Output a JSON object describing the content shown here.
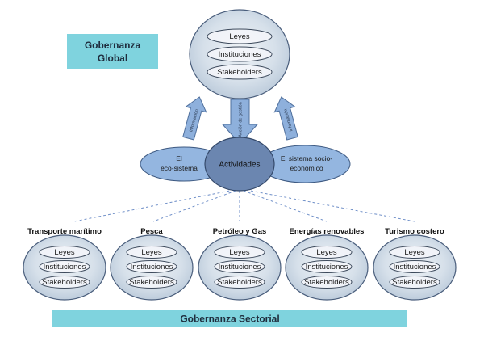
{
  "global_box": {
    "line1": "Gobernanza",
    "line2": "Global"
  },
  "global_ellipse": {
    "items": [
      "Leyes",
      "Instituciones",
      "Stakeholders"
    ]
  },
  "arrows": {
    "left": "Información",
    "middle": "Acción de gestión",
    "right": "Información"
  },
  "center": {
    "eco_line1": "El",
    "eco_line2": "eco-sistema",
    "activities": "Actividades",
    "socio_line1": "El sistema socio-",
    "socio_line2": "económico"
  },
  "sectors": [
    {
      "title": "Transporte marítimo",
      "items": [
        "Leyes",
        "Instituciones",
        "Stakeholders"
      ]
    },
    {
      "title": "Pesca",
      "items": [
        "Leyes",
        "Instituciones",
        "Stakeholders"
      ]
    },
    {
      "title": "Petróleo y Gas",
      "items": [
        "Leyes",
        "Instituciones",
        "Stakeholders"
      ]
    },
    {
      "title": "Energías renovables",
      "items": [
        "Leyes",
        "Instituciones",
        "Stakeholders"
      ]
    },
    {
      "title": "Turismo costero",
      "items": [
        "Leyes",
        "Instituciones",
        "Stakeholders"
      ]
    }
  ],
  "sectorial_box": {
    "label": "Gobernanza Sectorial"
  },
  "colors": {
    "teal_box": "#7fd3de",
    "arrow_blue": "#8eb0dc",
    "activities": "#6b86b0",
    "side_ellipse": "#94b6e0"
  }
}
